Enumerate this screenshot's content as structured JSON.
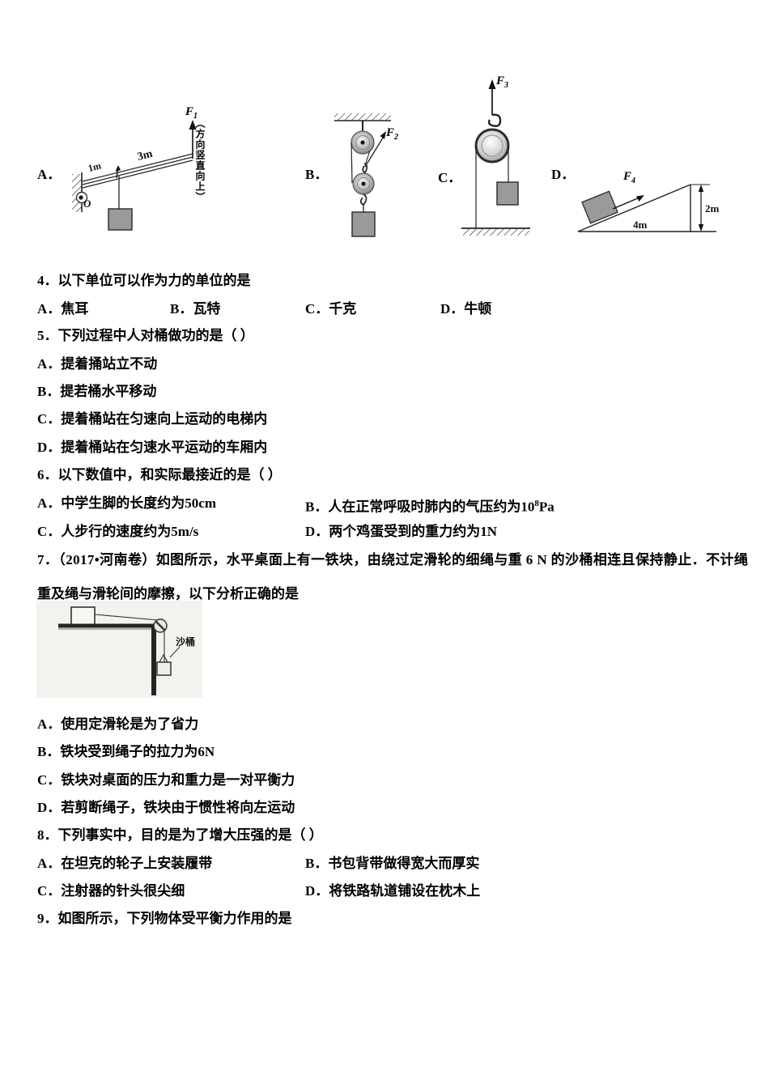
{
  "colors": {
    "paper": "#ffffff",
    "ink": "#000000",
    "weight_box": "#9a9a9a",
    "scan_bg": "#f3f2ee"
  },
  "figures": {
    "A": {
      "label": "A．",
      "force_sym": "F",
      "force_sub": "1",
      "arm_short": "1m",
      "arm_long": "3m",
      "pivot": "O",
      "note": "（方向竖直向上）"
    },
    "B": {
      "label": "B．",
      "force_sym": "F",
      "force_sub": "2"
    },
    "C": {
      "label": "C．",
      "force_sym": "F",
      "force_sub": "3"
    },
    "D": {
      "label": "D．",
      "force_sym": "F",
      "force_sub": "4",
      "base_len": "4m",
      "height_len": "2m"
    },
    "q7fig": {
      "bucket_label": "沙桶"
    }
  },
  "q4": {
    "stem": "4．以下单位可以作为力的单位的是",
    "a": "A．焦耳",
    "b": "B．瓦特",
    "c": "C．千克",
    "d": "D．牛顿"
  },
  "q5": {
    "stem": "5．下列过程中人对桶做功的是（ ）",
    "a": "A．提着捅站立不动",
    "b": "B．提若桶水平移动",
    "c": "C．提着桶站在匀速向上运动的电梯内",
    "d": "D．提着桶站在匀速水平运动的车厢内"
  },
  "q6": {
    "stem": "6．以下数值中，和实际最接近的是（ ）",
    "a": "A．中学生脚的长度约为50cm",
    "b_pre": "B．人在正常呼吸时肺内的气压约为10",
    "b_sup": "8",
    "b_post": "Pa",
    "c": "C．人步行的速度约为5m/s",
    "d": "D．两个鸡蛋受到的重力约为1N"
  },
  "q7": {
    "stem_line1": "7．（2017•河南卷）如图所示，水平桌面上有一铁块，由绕过定滑轮的细绳与重 6 N 的沙桶相连且保持静止．不计绳",
    "stem_line2": "重及绳与滑轮间的摩擦，以下分析正确的是",
    "a": "A．使用定滑轮是为了省力",
    "b": "B．铁块受到绳子的拉力为6N",
    "c": "C．铁块对桌面的压力和重力是一对平衡力",
    "d": "D．若剪断绳子，铁块由于惯性将向左运动"
  },
  "q8": {
    "stem": "8．下列事实中，目的是为了增大压强的是（ ）",
    "a": "A．在坦克的轮子上安装履带",
    "b": "B．书包背带做得宽大而厚实",
    "c": "C．注射器的针头很尖细",
    "d": "D．将铁路轨道铺设在枕木上"
  },
  "q9": {
    "stem": "9．如图所示，下列物体受平衡力作用的是"
  }
}
